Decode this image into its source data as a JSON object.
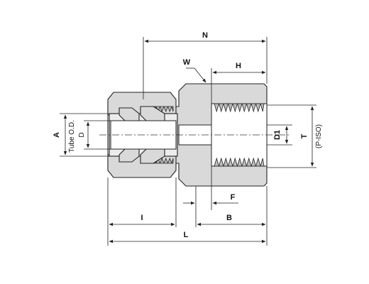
{
  "labels": {
    "A": "A",
    "tube_od": "Tube O.D.",
    "D": "D",
    "N": "N",
    "W": "W",
    "H": "H",
    "D1": "D1",
    "T": "T",
    "p_iso": "(P-ISO)",
    "F": "F",
    "I": "I",
    "B": "B",
    "L": "L"
  }
}
